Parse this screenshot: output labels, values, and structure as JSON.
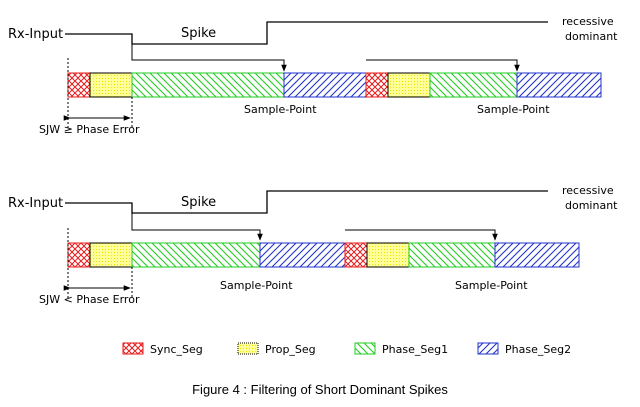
{
  "colors": {
    "sync": "#e81a1a",
    "prop_fill": "#ffff99",
    "prop_border": "#000000",
    "phase1": "#22cc22",
    "phase2": "#2233cc",
    "signal": "#000000"
  },
  "top": {
    "input_label": "Rx-Input",
    "spike_label": "Spike",
    "recessive_label": "recessive",
    "dominant_label": "dominant",
    "sample_point_1": "Sample-Point",
    "sample_point_2": "Sample-Point",
    "sjw_label": "SJW ≥ Phase Error"
  },
  "bottom": {
    "input_label": "Rx-Input",
    "spike_label": "Spike",
    "recessive_label": "recessive",
    "dominant_label": "dominant",
    "sample_point_1": "Sample-Point",
    "sample_point_2": "Sample-Point",
    "sjw_label": "SJW < Phase Error"
  },
  "legend": {
    "sync": "Sync_Seg",
    "prop": "Prop_Seg",
    "phase1": "Phase_Seg1",
    "phase2": "Phase_Seg2"
  },
  "caption": "Figure 4 : Filtering of Short Dominant Spikes"
}
